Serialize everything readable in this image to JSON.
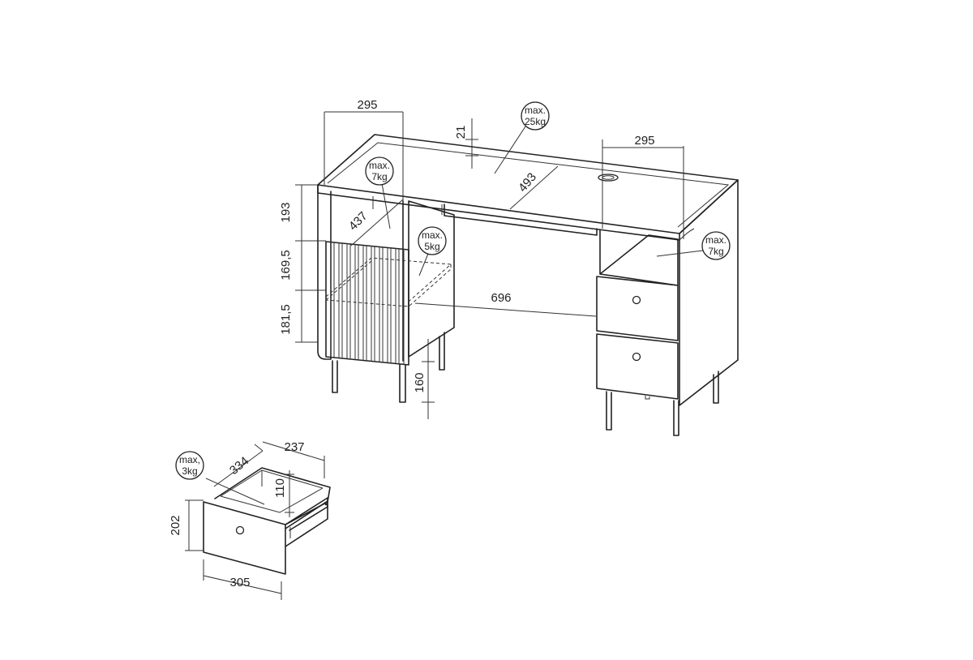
{
  "colors": {
    "line": "#222222",
    "background": "#ffffff"
  },
  "dimensions": {
    "desk_left_depth": "295",
    "desk_right_depth": "295",
    "top_edge_height": "21",
    "inner_depth": "493",
    "left_shelf_depth": "437",
    "shelf_1_height": "193",
    "shelf_2_height": "169,5",
    "shelf_3_height": "181,5",
    "knee_width": "696",
    "leg_height": "160",
    "drawer_depth": "334",
    "drawer_width": "237",
    "drawer_inner_height": "110",
    "drawer_front_height": "202",
    "drawer_front_width": "305"
  },
  "loads": {
    "top": [
      "max.",
      "25kg"
    ],
    "left_shelf": [
      "max.",
      "7kg"
    ],
    "left_inner_shelf": [
      "max.",
      "5kg"
    ],
    "right_shelf": [
      "max.",
      "7kg"
    ],
    "drawer": [
      "max,",
      "3kg"
    ]
  }
}
